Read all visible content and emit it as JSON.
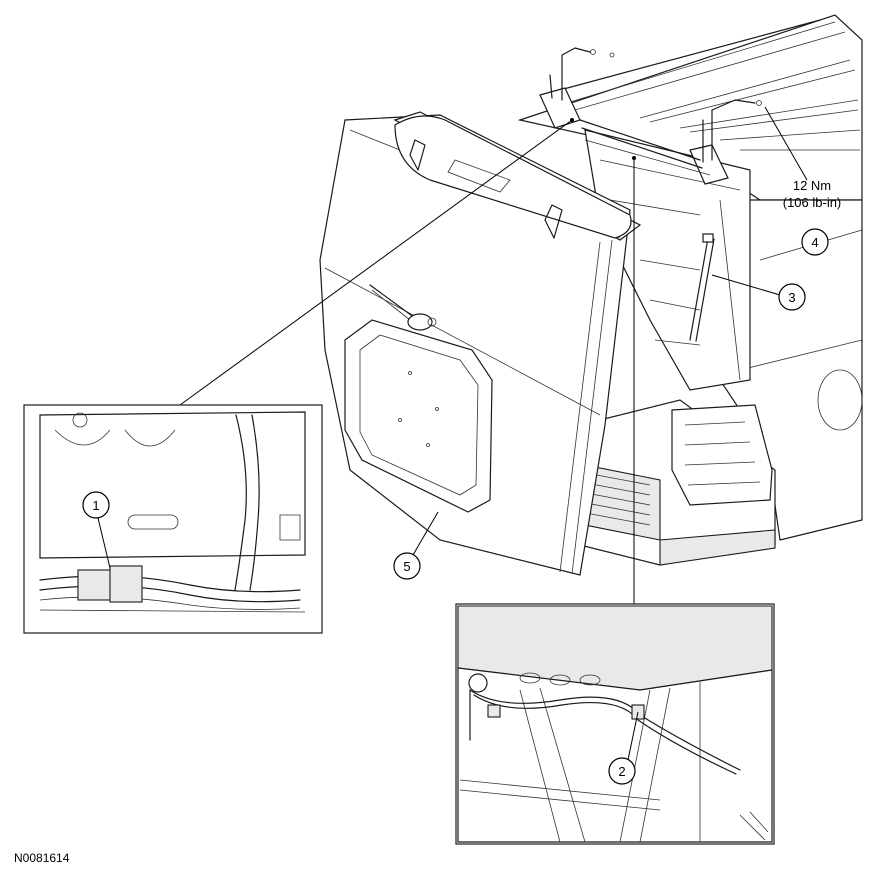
{
  "callouts": [
    {
      "id": "1",
      "label": "1"
    },
    {
      "id": "2",
      "label": "2"
    },
    {
      "id": "3",
      "label": "3"
    },
    {
      "id": "4",
      "label": "4"
    },
    {
      "id": "5",
      "label": "5"
    }
  ],
  "torque_spec": {
    "line1": "12 Nm",
    "line2": "(106 lb-in)"
  },
  "figure_id": "N0081614"
}
